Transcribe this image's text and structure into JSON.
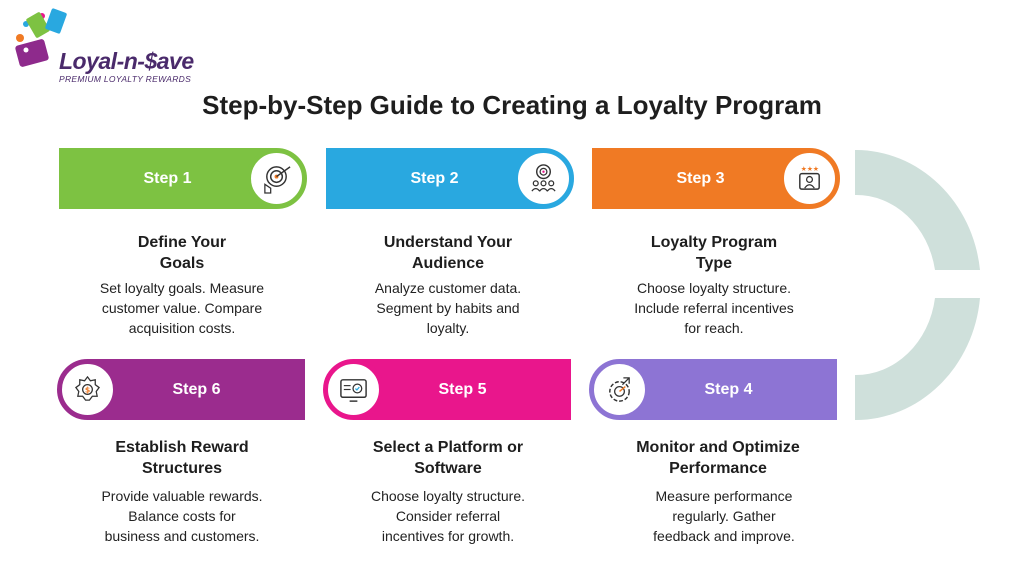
{
  "brand": {
    "name": "Loyal-n-$ave",
    "tagline": "PREMIUM LOYALTY REWARDS"
  },
  "title": "Step-by-Step Guide to Creating a Loyalty Program",
  "colors": {
    "step1": "#7dc242",
    "step2": "#29a8e0",
    "step3": "#f07a24",
    "step4": "#8d74d4",
    "step5": "#e9168c",
    "step6": "#9b2c8e",
    "arc": "#cfe0db"
  },
  "steps": [
    {
      "label": "Step 1",
      "icon": "target-hand-icon",
      "heading_line1": "Define Your",
      "heading_line2": "Goals",
      "desc_line1": "Set loyalty goals. Measure",
      "desc_line2": "customer value. Compare",
      "desc_line3": "acquisition costs."
    },
    {
      "label": "Step 2",
      "icon": "audience-target-icon",
      "heading_line1": "Understand Your",
      "heading_line2": "Audience",
      "desc_line1": "Analyze customer data.",
      "desc_line2": "Segment by habits and",
      "desc_line3": "loyalty."
    },
    {
      "label": "Step 3",
      "icon": "rating-card-icon",
      "heading_line1": "Loyalty Program",
      "heading_line2": "Type",
      "desc_line1": "Choose loyalty structure.",
      "desc_line2": "Include referral incentives",
      "desc_line3": "for reach."
    },
    {
      "label": "Step 4",
      "icon": "performance-gear-icon",
      "heading_line1": "Monitor and Optimize",
      "heading_line2": "Performance",
      "desc_line1": "Measure performance",
      "desc_line2": "regularly. Gather",
      "desc_line3": "feedback and improve."
    },
    {
      "label": "Step 5",
      "icon": "platform-screen-icon",
      "heading_line1": "Select a Platform or",
      "heading_line2": "Software",
      "desc_line1": "Choose loyalty structure.",
      "desc_line2": "Consider referral",
      "desc_line3": "incentives for growth."
    },
    {
      "label": "Step 6",
      "icon": "reward-badge-icon",
      "heading_line1": "Establish Reward",
      "heading_line2": "Structures",
      "desc_line1": "Provide valuable rewards.",
      "desc_line2": "Balance costs for",
      "desc_line3": "business and customers."
    }
  ]
}
